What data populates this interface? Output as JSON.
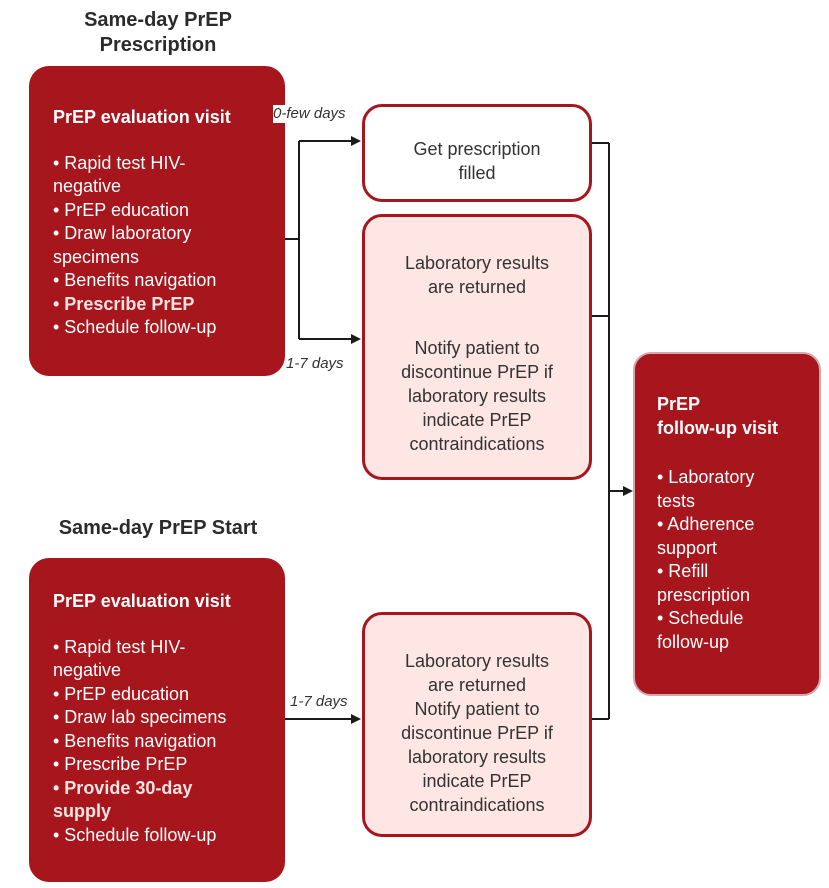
{
  "top_section": {
    "heading_line1": "Same-day PrEP",
    "heading_line2": "Prescription",
    "evaluation": {
      "title": "PrEP evaluation visit",
      "bullets": [
        "• Rapid test HIV-",
        "negative",
        "• PrEP education",
        "• Draw laboratory",
        "specimens",
        "• Benefits navigation",
        "• Prescribe PrEP",
        "• Schedule follow-up"
      ]
    },
    "label_short": "0-few days",
    "label_long": "1-7 days",
    "prescription_box": {
      "line1": "Get prescription",
      "line2": "filled"
    },
    "lab_box": {
      "lines": [
        "Laboratory results",
        "are returned",
        "",
        "Notify patient to",
        "discontinue PrEP if",
        "laboratory results",
        "indicate PrEP",
        "contraindications"
      ]
    }
  },
  "bottom_section": {
    "heading": "Same-day PrEP Start",
    "evaluation": {
      "title": "PrEP evaluation visit",
      "bullets": [
        "• Rapid test HIV-",
        "negative",
        "• PrEP education",
        "• Draw lab specimens",
        "• Benefits navigation",
        "• Prescribe PrEP",
        "• Provide 30-day",
        "supply",
        "• Schedule follow-up"
      ]
    },
    "label": "1-7 days",
    "lab_box": {
      "lines": [
        "Laboratory results",
        "are returned",
        "Notify patient to",
        "discontinue PrEP if",
        "laboratory results",
        "indicate PrEP",
        "contraindications"
      ]
    }
  },
  "followup": {
    "title_line1": "PrEP",
    "title_line2": "follow-up visit",
    "bullets": [
      "• Laboratory",
      "tests",
      "• Adherence",
      "support",
      "• Refill",
      "prescription",
      "• Schedule",
      "follow-up"
    ]
  },
  "colors": {
    "dark_red": "#a6161c",
    "pink_fill": "#fde6e3",
    "line": "#1a1a1a"
  }
}
